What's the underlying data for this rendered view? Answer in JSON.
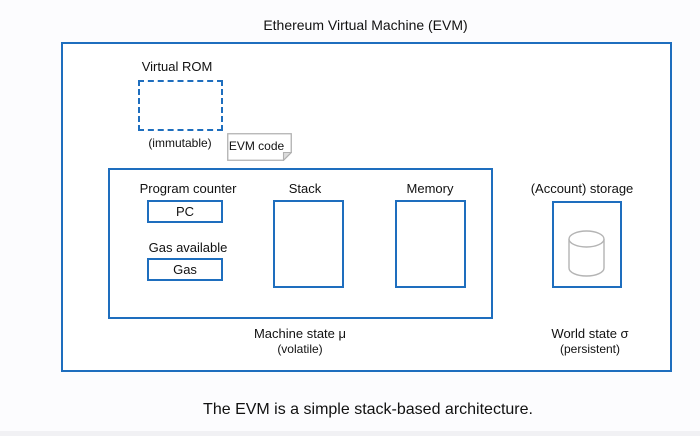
{
  "title": "Ethereum Virtual Machine (EVM)",
  "caption": "The EVM is a simple stack-based architecture.",
  "colors": {
    "border_blue": "#1e6ebe",
    "note_gray": "#b0b0b0",
    "cylinder_gray": "#b4b4b4",
    "text": "#111111",
    "background": "#fcfcfe"
  },
  "virtual_rom": {
    "label": "Virtual ROM",
    "code_label": "EVM code",
    "code_icon": "note-shape-icon",
    "sublabel": "(immutable)"
  },
  "machine_state": {
    "program_counter_label": "Program counter",
    "pc_value": "PC",
    "gas_label": "Gas available",
    "gas_value": "Gas",
    "stack_label": "Stack",
    "memory_label": "Memory",
    "state_label": "Machine state μ",
    "state_sublabel": "(volatile)"
  },
  "world_state": {
    "storage_label": "(Account) storage",
    "storage_icon": "database-cylinder-icon",
    "state_label": "World state σ",
    "state_sublabel": "(persistent)"
  }
}
